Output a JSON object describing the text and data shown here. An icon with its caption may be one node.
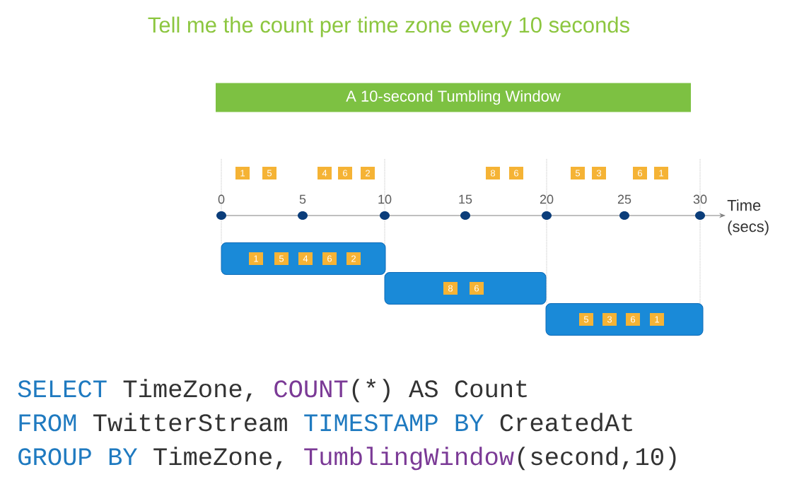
{
  "diagram": {
    "title": "Tell me the count per time zone every 10 seconds",
    "nodes": [
      {
        "text": [
          "A 10-second Tumbling Window"
        ]
      },
      {
        "text": [
          "1"
        ]
      },
      {
        "text": [
          "5"
        ]
      },
      {
        "text": [
          "4"
        ]
      },
      {
        "text": [
          "6"
        ]
      },
      {
        "text": [
          "2"
        ]
      },
      {
        "text": [
          "8"
        ]
      },
      {
        "text": [
          "6"
        ]
      },
      {
        "text": [
          "5"
        ]
      },
      {
        "text": [
          "3"
        ]
      },
      {
        "text": [
          "6"
        ]
      },
      {
        "text": [
          "1"
        ]
      },
      {
        "text": [],
        "shape": "bar"
      },
      {
        "text": [
          "1"
        ],
        "in": 12
      },
      {
        "text": [
          "5"
        ],
        "in": 12
      },
      {
        "text": [
          "4"
        ],
        "in": 12
      },
      {
        "text": [
          "6"
        ],
        "in": 12
      },
      {
        "text": [
          "2"
        ],
        "in": 12
      },
      {
        "text": [],
        "shape": "bar"
      },
      {
        "text": [
          "8"
        ],
        "in": 18
      },
      {
        "text": [
          "6"
        ],
        "in": 18
      },
      {
        "text": [],
        "shape": "bar"
      },
      {
        "text": [
          "5"
        ],
        "in": 21
      },
      {
        "text": [
          "3"
        ],
        "in": 21
      },
      {
        "text": [
          "6"
        ],
        "in": 21
      },
      {
        "text": [
          "1"
        ],
        "in": 21
      }
    ],
    "labels": [
      "0",
      "5",
      "10",
      "15",
      "20",
      "25",
      "30",
      "Time (secs)",
      "SELECT",
      "TimeZone,",
      "COUNT",
      "(*) AS Count",
      "FROM",
      "TwitterStream",
      "TIMESTAMP BY",
      "CreatedAt",
      "GROUP BY",
      "TimeZone,",
      "TumblingWindow",
      "(second,10)"
    ]
  }
}
